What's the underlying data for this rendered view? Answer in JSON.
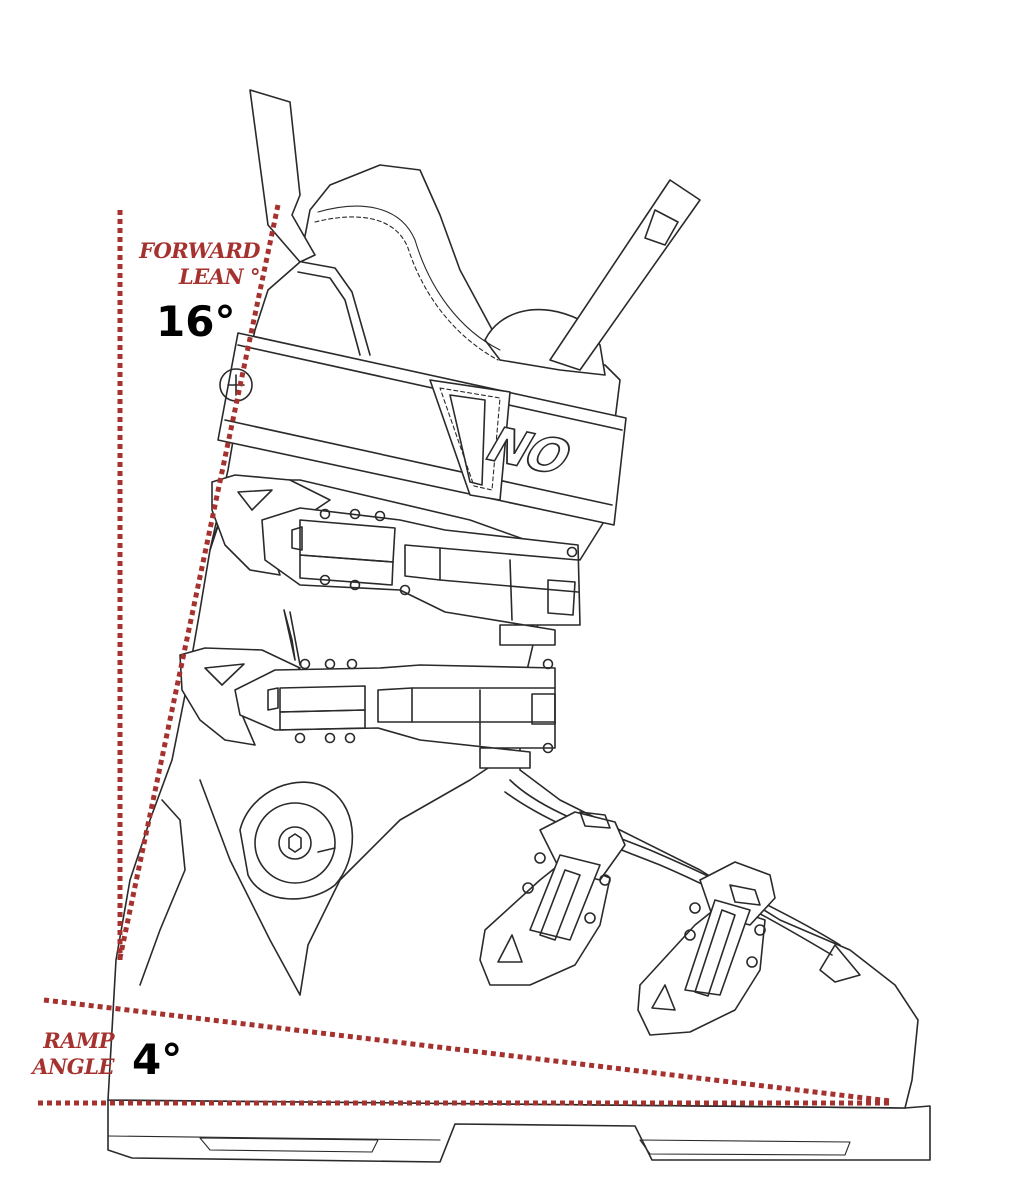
{
  "colors": {
    "accent": "#a6322f",
    "outline": "#2a2a2a",
    "value_text": "#000000"
  },
  "forward_lean": {
    "label_line1": "FORWARD",
    "label_line2": "LEAN °",
    "value": "16°",
    "degrees": 16
  },
  "ramp_angle": {
    "label_line1": "RAMP",
    "label_line2": "ANGLE",
    "value": "4°",
    "degrees": 4
  },
  "logo_text": "NO"
}
